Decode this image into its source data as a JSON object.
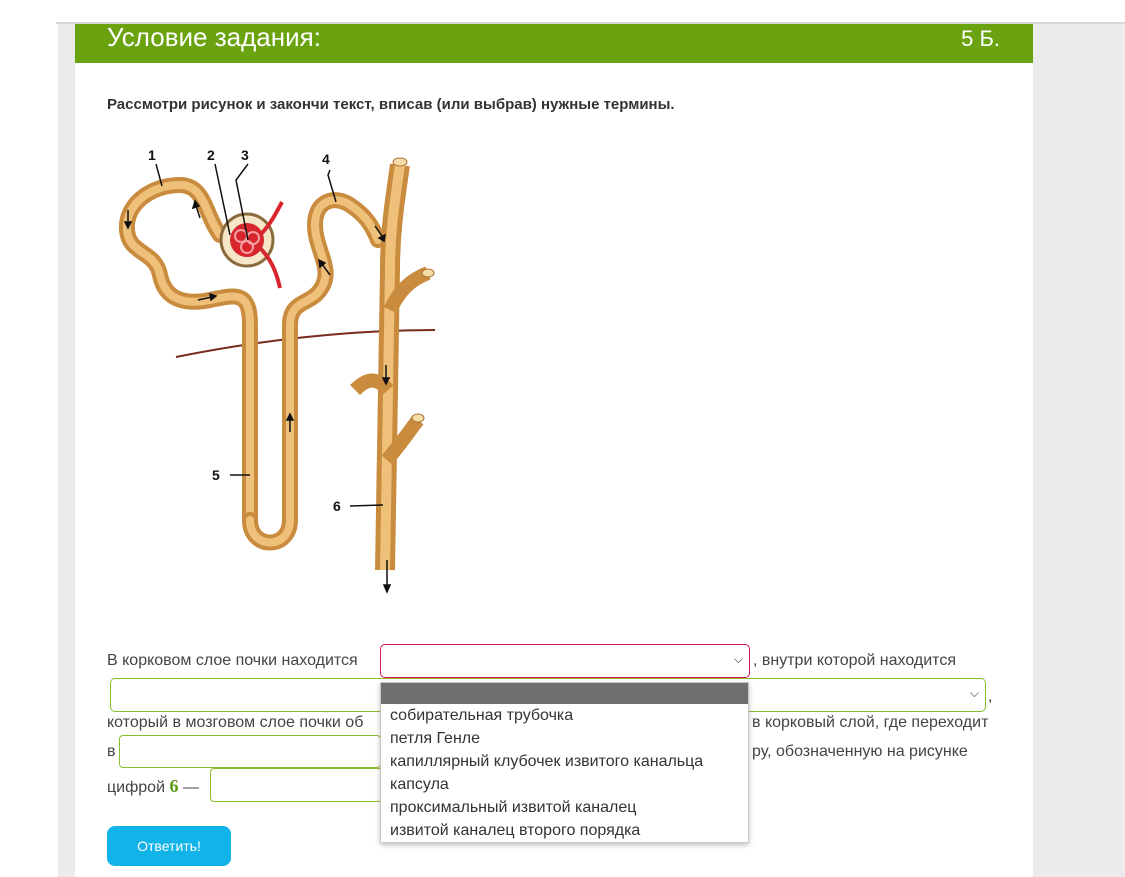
{
  "header": {
    "title": "Условие задания:",
    "score": "5 Б."
  },
  "instruction": "Рассмотри рисунок и закончи текст, вписав (или выбрав) нужные термины.",
  "figure": {
    "labels": [
      "1",
      "2",
      "3",
      "4",
      "5",
      "6"
    ]
  },
  "question": {
    "line1_before": "В корковом слое почки находится",
    "line1_after": ", внутри которой находится",
    "line2_after": ",",
    "line3_before": "который в мозговом слое почки об",
    "line3_after": "в корковый слой, где переходит",
    "line4_before": "в",
    "line4_after": "ру, обозначенную на рисунке",
    "line5_before": "цифрой",
    "line5_number": "6",
    "line5_dash": "—"
  },
  "dropdown": {
    "options": [
      "собирательная трубочка",
      "петля Генле",
      "капиллярный клубочек извитого канальца",
      "капсула",
      "проксимальный извитой каналец",
      "извитой каналец второго порядка"
    ]
  },
  "submit_label": "Ответить!",
  "colors": {
    "header": "#6aa30f",
    "button": "#12b3e9",
    "tubule": "#d8a15a",
    "vessel": "#d8262e"
  }
}
